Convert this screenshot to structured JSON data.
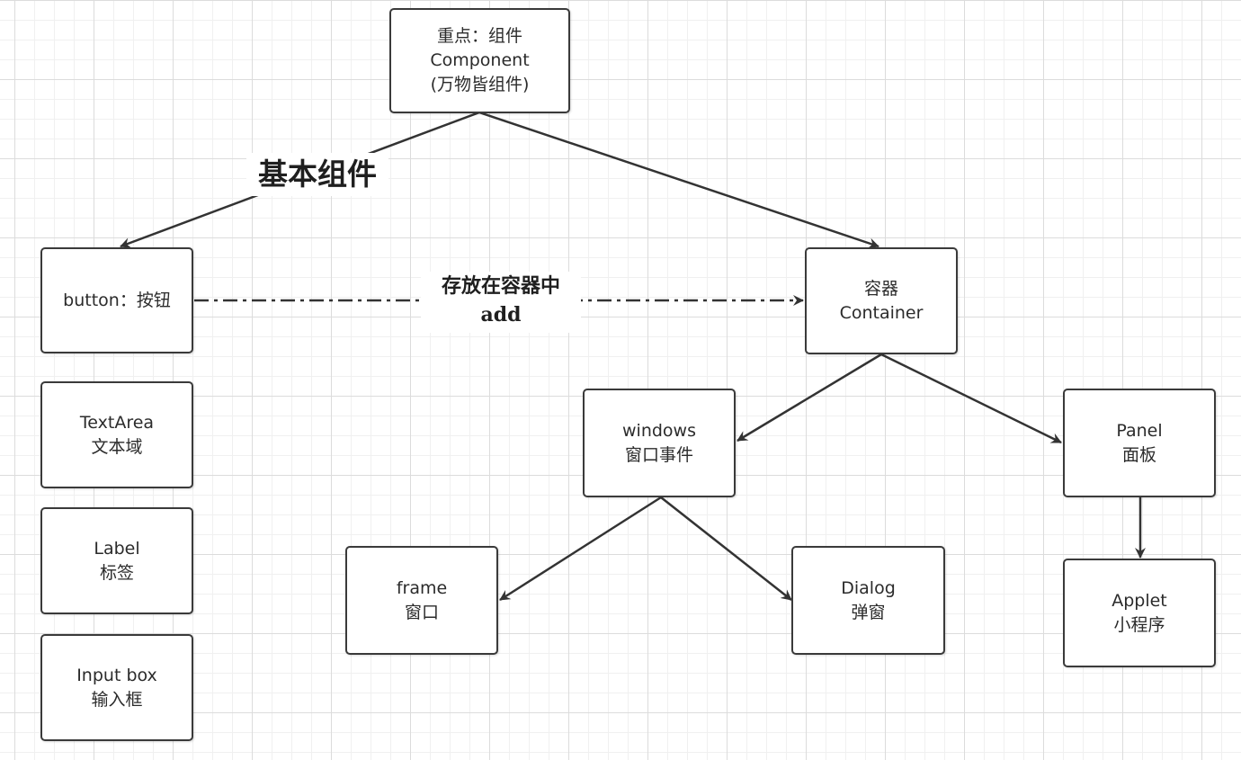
{
  "nodes": {
    "component": {
      "line1": "重点：组件",
      "line2": "Component",
      "line3": "(万物皆组件)"
    },
    "button": {
      "line1": "button：按钮"
    },
    "textarea": {
      "line1": "TextArea",
      "line2": "文本域"
    },
    "label": {
      "line1": "Label",
      "line2": "标签"
    },
    "inputbox": {
      "line1": "Input box",
      "line2": "输入框"
    },
    "container": {
      "line1": "容器",
      "line2": "Container"
    },
    "windows": {
      "line1": "windows",
      "line2": "窗口事件"
    },
    "panel": {
      "line1": "Panel",
      "line2": "面板"
    },
    "frame": {
      "line1": "frame",
      "line2": "窗口"
    },
    "dialog": {
      "line1": "Dialog",
      "line2": "弹窗"
    },
    "applet": {
      "line1": "Applet",
      "line2": "小程序"
    }
  },
  "edge_labels": {
    "basic_components": "基本组件",
    "store_in_container": "存放在容器中",
    "add": "add"
  },
  "colors": {
    "stroke": "#333333",
    "node_border": "#3a3a3a",
    "grid": "#dcdcdc"
  }
}
